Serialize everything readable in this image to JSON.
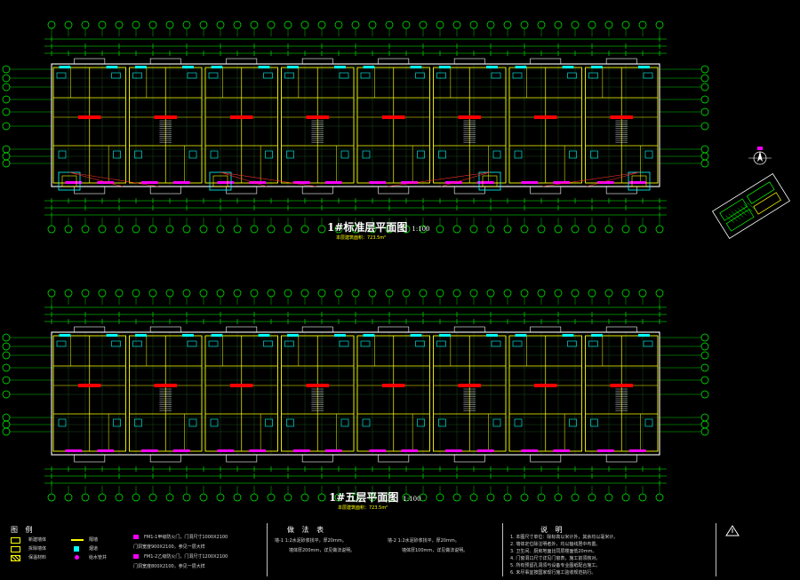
{
  "plans": [
    {
      "title": "1#标准层平面图",
      "scale": "1:100",
      "note": "本层建筑面积：723.5m²"
    },
    {
      "title": "1#五层平面图",
      "scale": "1:100",
      "note": "本层建筑面积：723.5m²"
    }
  ],
  "title_block": {
    "legend_heading": "图 例",
    "legend": {
      "left": [
        "新建墙体",
        "拆除墙体",
        "保温材料"
      ],
      "middle": [
        "隔墙",
        "烟道",
        "给水管井"
      ],
      "right": [
        "FM1-1甲级防火门，门洞尺寸1000X2100",
        "门洞宽度900X2100，参见一层大样",
        "FM1-2乙级防火门，门洞尺寸1200X2100",
        "门洞宽度800X2100，参见一层大样"
      ]
    },
    "practice_heading": "做 法 表",
    "practice": [
      "墙-1  1:2水泥砂浆找平，厚20mm。",
      "墙体厚200mm，详见做法说明。",
      "墙-2  1:2水泥砂浆找平，厚20mm。",
      "墙体厚100mm，详见做法说明。"
    ],
    "notes_heading": "说 明",
    "notes": [
      "1. 本图尺寸单位：除标高以米计外，其余均以毫米计。",
      "2. 墙体定位除注明者外，均以轴线居中布置。",
      "3. 卫生间、厨房地面比同层楼面低20mm。",
      "4. 门窗洞口尺寸详见门窗表，施工前须核对。",
      "5. 所有预留孔洞须与设备专业图纸配合施工。",
      "6. 未尽事宜按国家现行施工验收规范执行。"
    ]
  }
}
